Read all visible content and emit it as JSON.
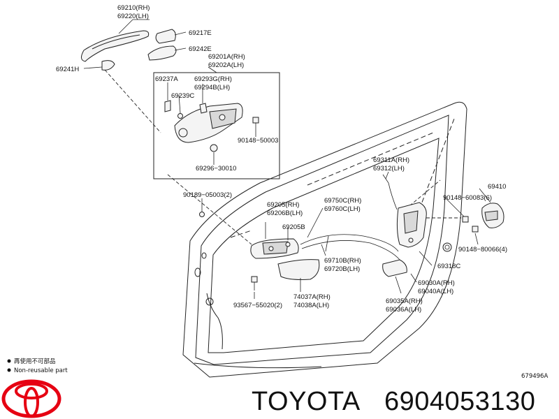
{
  "labels": {
    "p69210": "69210(RH)",
    "p69220": "69220(LH)",
    "p69217E": "69217E",
    "p69242E": "69242E",
    "p69241H": "69241H",
    "p69201A": "69201A(RH)",
    "p69202A": "69202A(LH)",
    "p69237A": "69237A",
    "p69293G": "69293G(RH)",
    "p69294B": "69294B(LH)",
    "p69239C": "69239C",
    "p90148_50003": "90148−50003",
    "p69296_30010": "69296−30010",
    "p90189_05003": "90189−05003(2)",
    "p69205": "69205(RH)",
    "p69206B": "69206B(LH)",
    "p69205B": "69205B",
    "p69750C": "69750C(RH)",
    "p69760C": "69760C(LH)",
    "p69311A": "69311A(RH)",
    "p69312": "69312(LH)",
    "p69410": "69410",
    "p90148_60083": "90148−60083(6)",
    "p90148_80066": "90148−80066(4)",
    "p69318C": "69318C",
    "p69710B": "69710B(RH)",
    "p69720B": "69720B(LH)",
    "p69030A": "69030A(RH)",
    "p69040A": "69040A(LH)",
    "p69035A": "69035A(RH)",
    "p69036A": "69036A(LH)",
    "p74037A": "74037A(RH)",
    "p74038A": "74038A(LH)",
    "p93567": "93567−55020(2)"
  },
  "legend": {
    "line1": "再使用不可部品",
    "line2": "Non-reusable part"
  },
  "diagram_code": "679496A",
  "footer": {
    "brand": "TOYOTA",
    "part_number": "6904053130"
  }
}
